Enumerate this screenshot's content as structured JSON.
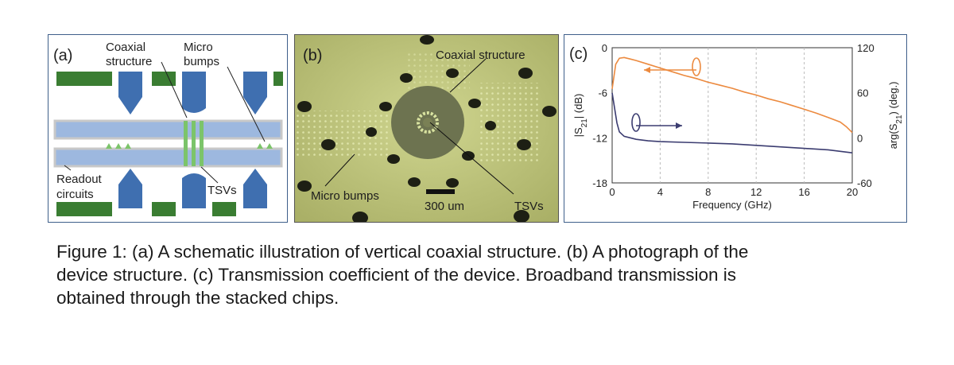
{
  "panel_a": {
    "label": "(a)",
    "annotations": {
      "coaxial_line1": "Coaxial",
      "coaxial_line2": "structure",
      "micro_line1": "Micro",
      "micro_line2": "bumps",
      "readout_line1": "Readout",
      "readout_line2": "circuits",
      "tsvs": "TSVs"
    },
    "colors": {
      "green": "#3a7d32",
      "blue": "#3f6fb0",
      "light_blue": "#9db8df",
      "gray": "#c8c8c8",
      "bump_green": "#7cc46a"
    }
  },
  "panel_b": {
    "label": "(b)",
    "annotations": {
      "coaxial": "Coaxial structure",
      "micro_bumps": "Micro bumps",
      "scale_bar": "300 um",
      "tsvs": "TSVs"
    },
    "colors": {
      "background": "#c3c980",
      "hole": "#1d1f14",
      "disk": "#6d7350"
    }
  },
  "panel_c": {
    "label": "(c)",
    "chart_data": {
      "type": "line",
      "xlabel": "Frequency (GHz)",
      "ylabel_left": "|S21| (dB)",
      "ylabel_right": "arg(S21) (deg.)",
      "xlim": [
        0,
        20
      ],
      "ylim_left": [
        -18,
        0
      ],
      "ylim_right": [
        -60,
        120
      ],
      "xticks": [
        0,
        4,
        8,
        12,
        16,
        20
      ],
      "yticks_left": [
        0,
        -6,
        -12,
        -18
      ],
      "yticks_right": [
        120,
        60,
        0,
        -60
      ],
      "grid": "vertical dashed",
      "series": [
        {
          "axis": "left",
          "color": "#ec8a3f",
          "x": [
            0,
            0.3,
            0.6,
            1,
            1.5,
            2,
            3,
            4,
            5,
            6,
            7,
            8,
            9,
            10,
            11,
            12,
            13,
            14,
            15,
            16,
            17,
            18,
            19,
            19.5,
            20
          ],
          "y": [
            -5.5,
            -2.2,
            -1.4,
            -1.3,
            -1.5,
            -1.7,
            -2.2,
            -2.7,
            -3.2,
            -3.7,
            -4.1,
            -4.6,
            -5.0,
            -5.4,
            -5.9,
            -6.3,
            -6.8,
            -7.2,
            -7.7,
            -8.2,
            -8.7,
            -9.3,
            -9.9,
            -10.5,
            -11.3
          ]
        },
        {
          "axis": "right",
          "color": "#3b3c70",
          "x": [
            0,
            0.2,
            0.4,
            0.6,
            1,
            1.5,
            2,
            3,
            4,
            6,
            8,
            10,
            12,
            14,
            16,
            18,
            19,
            20
          ],
          "y": [
            60,
            40,
            20,
            8,
            2,
            0,
            -2,
            -4,
            -5,
            -6,
            -7,
            -8,
            -10,
            -12,
            -14,
            -16,
            -18,
            -20
          ]
        }
      ]
    }
  },
  "caption": {
    "line1": "Figure 1: (a) A schematic illustration of vertical coaxial structure. (b) A photograph of the",
    "line2": "device structure. (c) Transmission coefficient of the device. Broadband transmission is",
    "line3": "obtained through the stacked chips."
  }
}
